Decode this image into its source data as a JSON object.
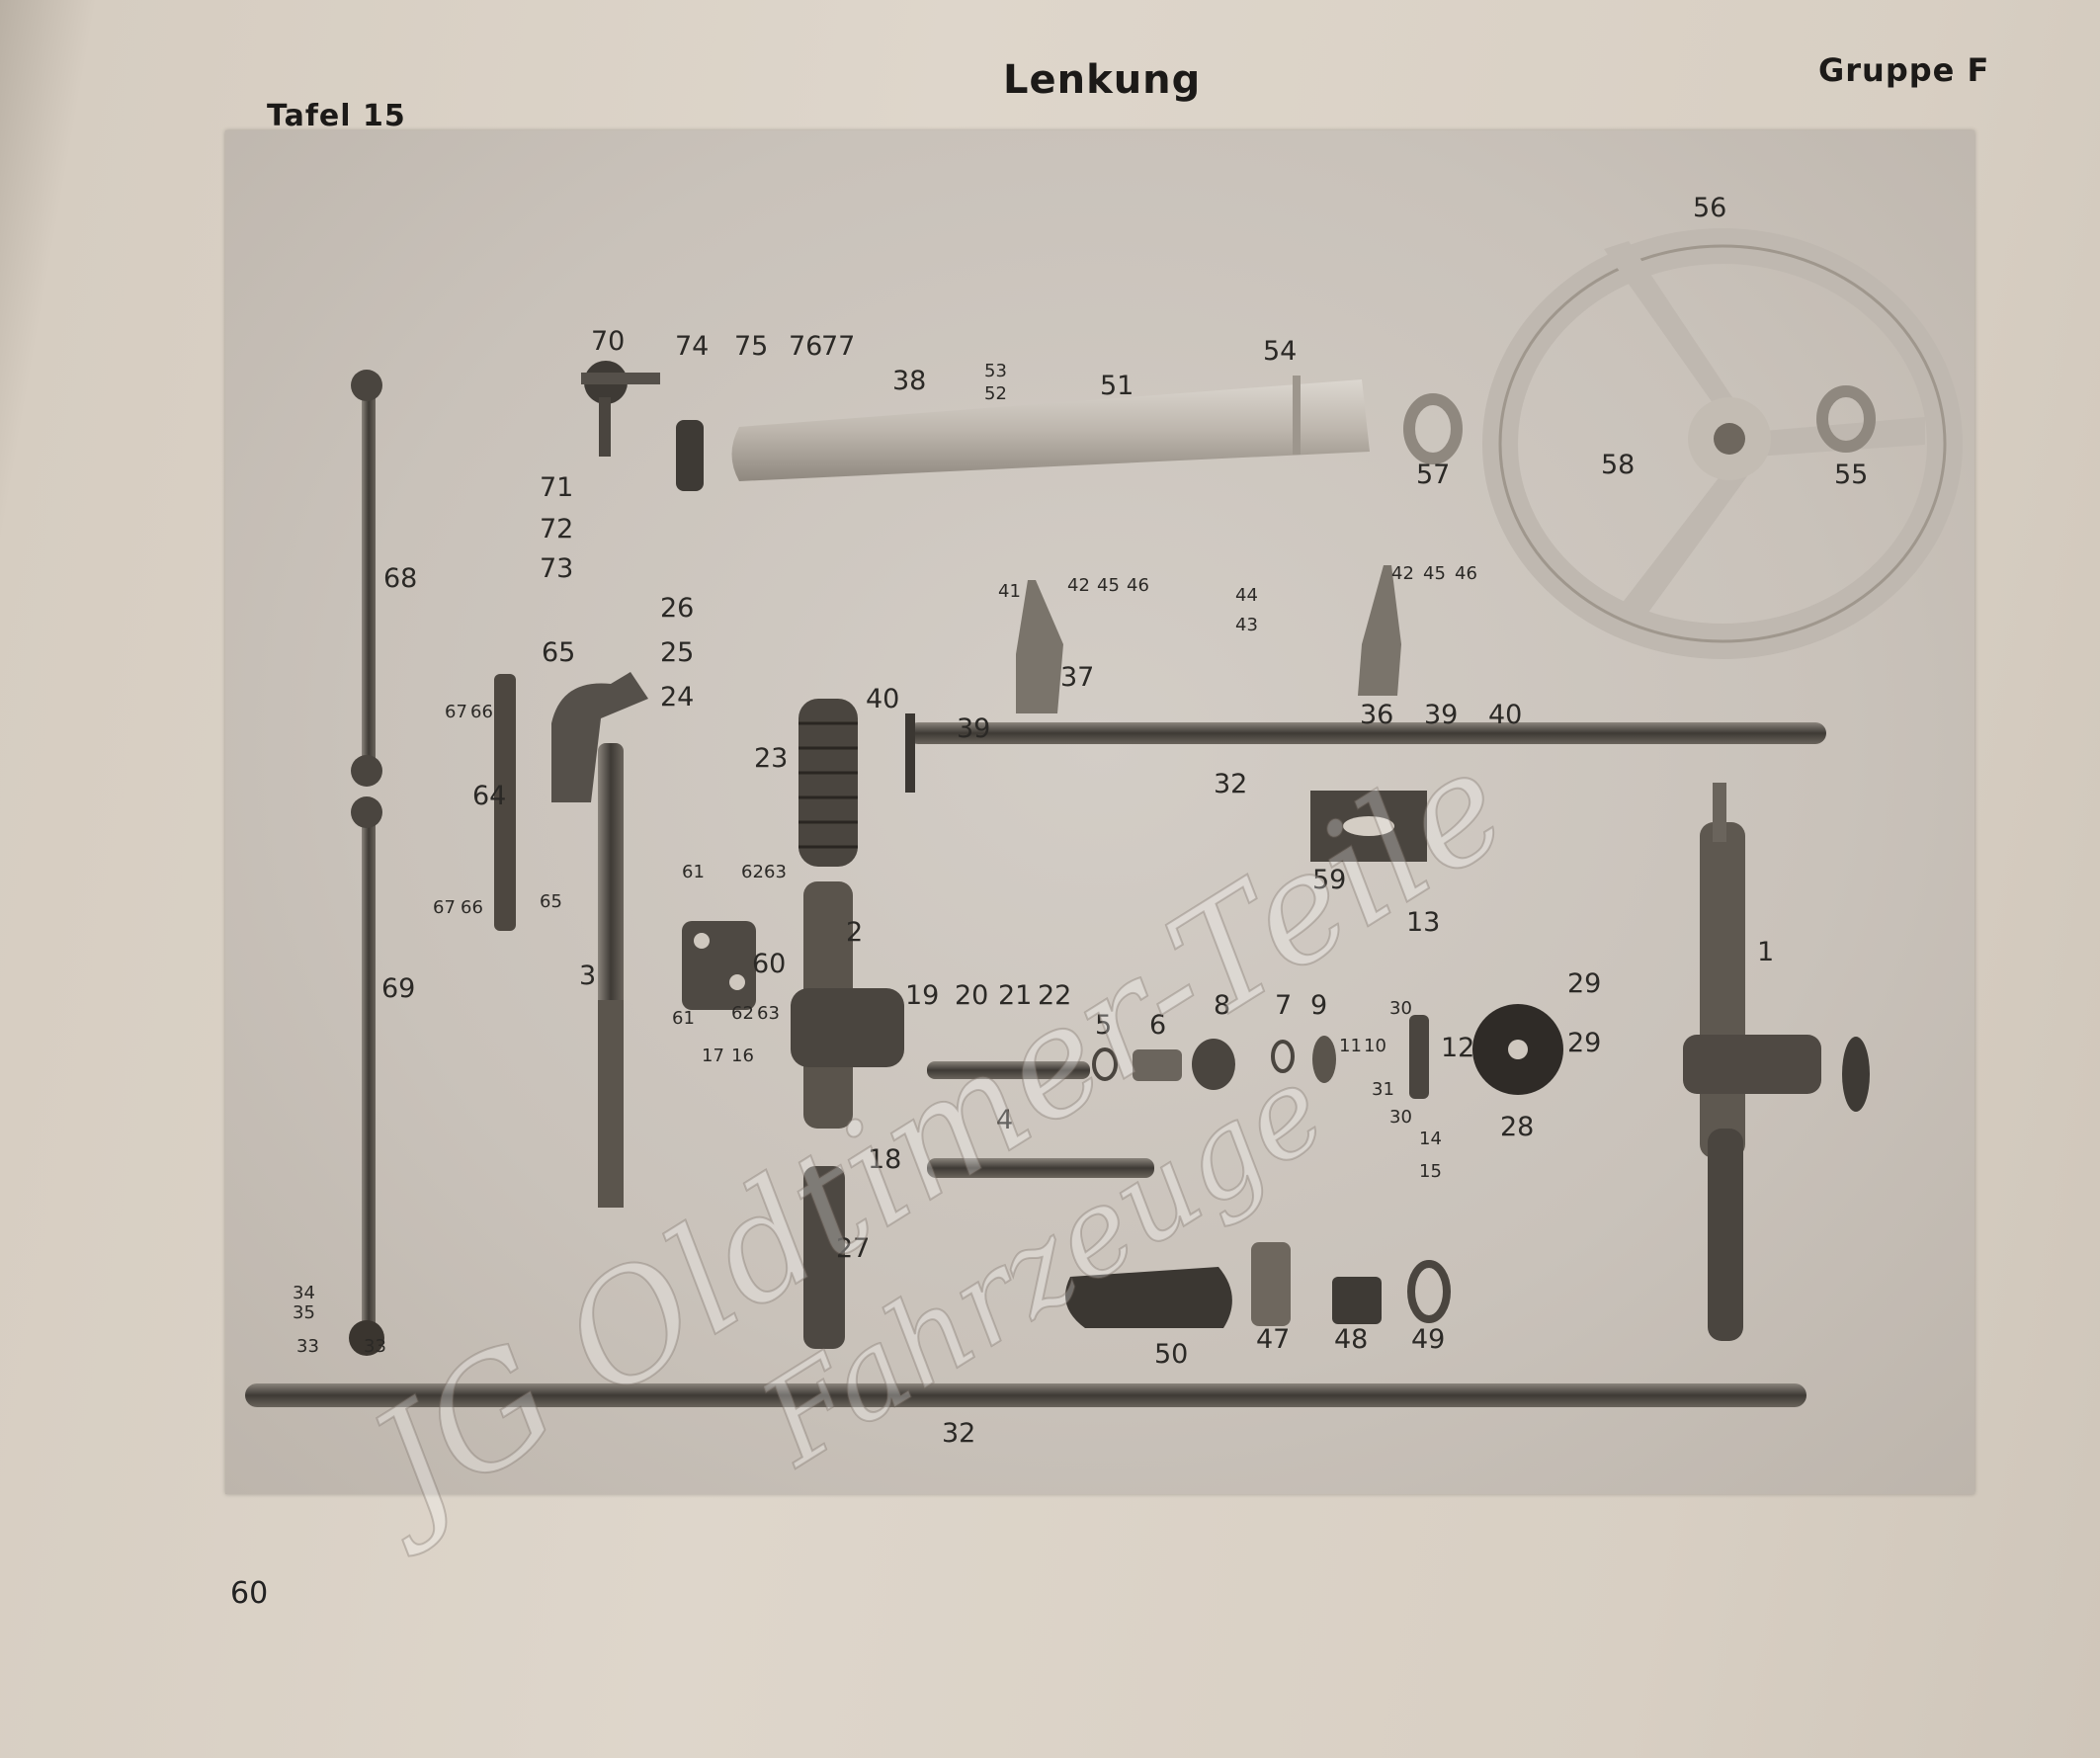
{
  "header": {
    "plate": "Tafel 15",
    "title": "Lenkung",
    "group": "Gruppe F"
  },
  "footer": {
    "page_number": "60"
  },
  "watermark": {
    "line1": "JG Oldtimer-Teile",
    "line2": "Fahrzeuge"
  },
  "callouts": {
    "p1": "1",
    "p2": "2",
    "p3": "3",
    "p4": "4",
    "p5": "5",
    "p6": "6",
    "p7": "7",
    "p8": "8",
    "p9": "9",
    "p10": "10",
    "p11": "11",
    "p12": "12",
    "p13": "13",
    "p14": "14",
    "p15": "15",
    "p16": "16",
    "p17": "17",
    "p18": "18",
    "p19": "19",
    "p20": "20",
    "p21": "21",
    "p22": "22",
    "p23": "23",
    "p24": "24",
    "p25": "25",
    "p26": "26",
    "p27": "27",
    "p28": "28",
    "p29a": "29",
    "p29b": "29",
    "p30a": "30",
    "p30b": "30",
    "p31": "31",
    "p32a": "32",
    "p32b": "32",
    "p33a": "33",
    "p33b": "33",
    "p34": "34",
    "p35": "35",
    "p36": "36",
    "p37": "37",
    "p38": "38",
    "p39a": "39",
    "p39b": "39",
    "p40a": "40",
    "p40b": "40",
    "p41": "41",
    "p42a": "42",
    "p42b": "42",
    "p43": "43",
    "p44": "44",
    "p45a": "45",
    "p45b": "45",
    "p46a": "46",
    "p46b": "46",
    "p47": "47",
    "p48": "48",
    "p49": "49",
    "p50": "50",
    "p51": "51",
    "p52": "52",
    "p53": "53",
    "p54": "54",
    "p55": "55",
    "p56": "56",
    "p57": "57",
    "p58": "58",
    "p59": "59",
    "p60": "60",
    "p61a": "61",
    "p61b": "61",
    "p62a": "62",
    "p62b": "62",
    "p63a": "63",
    "p63b": "63",
    "p64": "64",
    "p65a": "65",
    "p65b": "65",
    "p66a": "66",
    "p66b": "66",
    "p67a": "67",
    "p67b": "67",
    "p68": "68",
    "p69": "69",
    "p70": "70",
    "p71": "71",
    "p72": "72",
    "p73": "73",
    "p74": "74",
    "p75": "75",
    "p76": "76",
    "p77": "77"
  }
}
